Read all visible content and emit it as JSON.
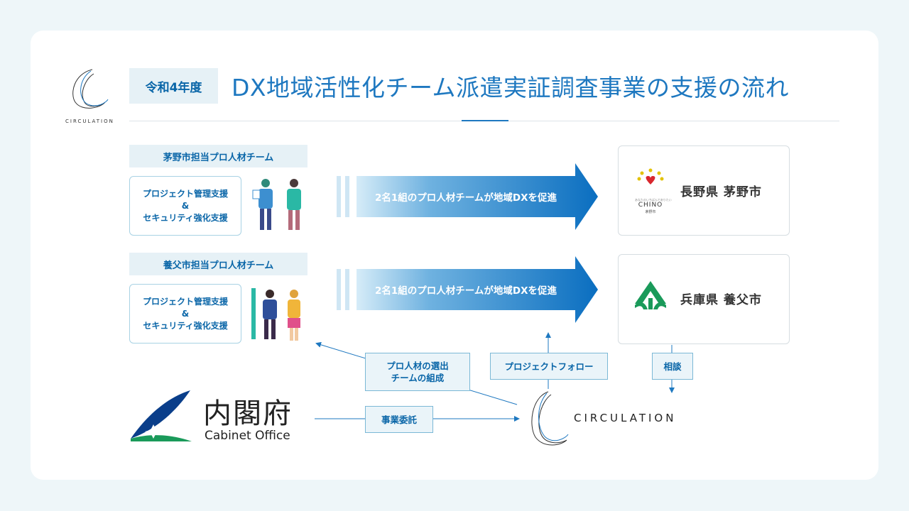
{
  "header": {
    "logo_text": "CIRCULATION",
    "year_tag": "令和4年度",
    "title": "DX地域活性化チーム派遣実証調査事業の支援の流れ"
  },
  "teams": [
    {
      "head": "茅野市担当プロ人材チーム",
      "support_line1": "プロジェクト管理支援",
      "support_amp": "&",
      "support_line2": "セキュリティ強化支援",
      "arrow_text": "2名1組のプロ人材チームが地域DXを促進",
      "city": "長野県 茅野市",
      "city_logo_text": "CHINO",
      "city_logo_sub": "茅野市",
      "city_logo_tagline": "あなたのいちばんでありたい"
    },
    {
      "head": "養父市担当プロ人材チーム",
      "support_line1": "プロジェクト管理支援",
      "support_amp": "&",
      "support_line2": "セキュリティ強化支援",
      "arrow_text": "2名1組のプロ人材チームが地域DXを促進",
      "city": "兵庫県 養父市"
    }
  ],
  "flow_labels": {
    "selection_line1": "プロ人材の選出",
    "selection_line2": "チームの組成",
    "project_follow": "プロジェクトフォロー",
    "consult": "相談",
    "commission": "事業委託"
  },
  "cabinet": {
    "name_jp": "内閣府",
    "name_en": "Cabinet Office"
  },
  "circulation": {
    "name": "CIRCULATION"
  },
  "colors": {
    "accent": "#1e78c0",
    "dark_blue": "#0a66a8",
    "light_bg": "#e6f1f6",
    "arrow_gradient_start": "#bcdff2",
    "arrow_gradient_end": "#0a6ec0"
  }
}
